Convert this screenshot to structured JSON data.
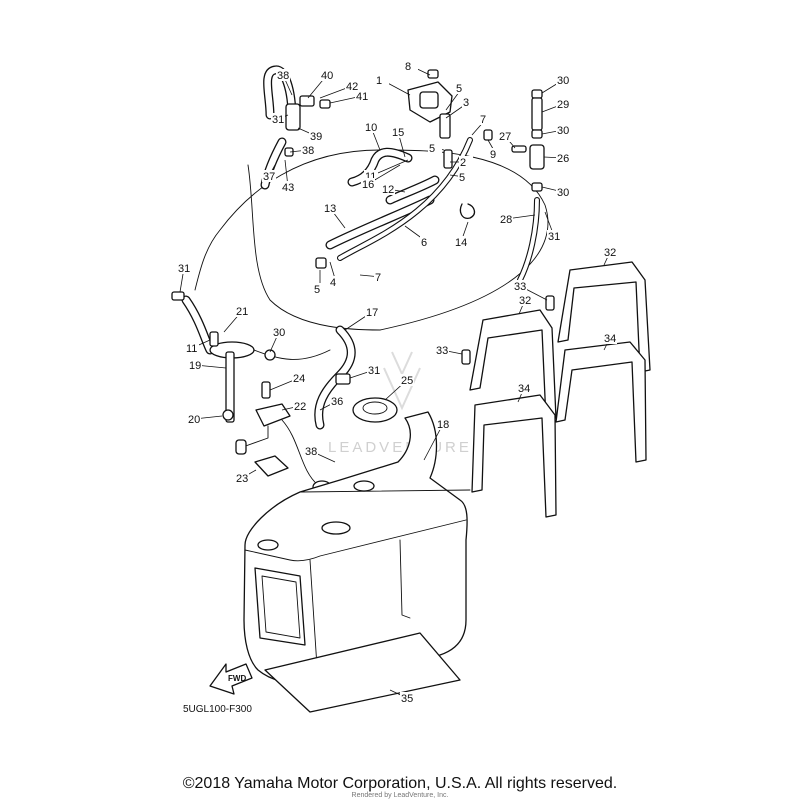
{
  "diagram": {
    "drawing_code": "5UGL100-F300",
    "fwd_label": "FWD",
    "watermark": "LEADVENTURE",
    "callouts": [
      {
        "id": "c1",
        "text": "1"
      },
      {
        "id": "c2",
        "text": "2"
      },
      {
        "id": "c3",
        "text": "3"
      },
      {
        "id": "c4",
        "text": "4"
      },
      {
        "id": "c5a",
        "text": "5"
      },
      {
        "id": "c5b",
        "text": "5"
      },
      {
        "id": "c5c",
        "text": "5"
      },
      {
        "id": "c5d",
        "text": "5"
      },
      {
        "id": "c6",
        "text": "6"
      },
      {
        "id": "c7a",
        "text": "7"
      },
      {
        "id": "c7b",
        "text": "7"
      },
      {
        "id": "c8",
        "text": "8"
      },
      {
        "id": "c9",
        "text": "9"
      },
      {
        "id": "c10",
        "text": "10"
      },
      {
        "id": "c11a",
        "text": "11"
      },
      {
        "id": "c11b",
        "text": "11"
      },
      {
        "id": "c12",
        "text": "12"
      },
      {
        "id": "c13",
        "text": "13"
      },
      {
        "id": "c14",
        "text": "14"
      },
      {
        "id": "c15",
        "text": "15"
      },
      {
        "id": "c16",
        "text": "16"
      },
      {
        "id": "c17",
        "text": "17"
      },
      {
        "id": "c18",
        "text": "18"
      },
      {
        "id": "c19",
        "text": "19"
      },
      {
        "id": "c20",
        "text": "20"
      },
      {
        "id": "c21",
        "text": "21"
      },
      {
        "id": "c22",
        "text": "22"
      },
      {
        "id": "c23",
        "text": "23"
      },
      {
        "id": "c24",
        "text": "24"
      },
      {
        "id": "c25",
        "text": "25"
      },
      {
        "id": "c26",
        "text": "26"
      },
      {
        "id": "c27",
        "text": "27"
      },
      {
        "id": "c28",
        "text": "28"
      },
      {
        "id": "c29",
        "text": "29"
      },
      {
        "id": "c30a",
        "text": "30"
      },
      {
        "id": "c30b",
        "text": "30"
      },
      {
        "id": "c30c",
        "text": "30"
      },
      {
        "id": "c30d",
        "text": "30"
      },
      {
        "id": "c31a",
        "text": "31"
      },
      {
        "id": "c31b",
        "text": "31"
      },
      {
        "id": "c31c",
        "text": "31"
      },
      {
        "id": "c31d",
        "text": "31"
      },
      {
        "id": "c32a",
        "text": "32"
      },
      {
        "id": "c32b",
        "text": "32"
      },
      {
        "id": "c33a",
        "text": "33"
      },
      {
        "id": "c33b",
        "text": "33"
      },
      {
        "id": "c34a",
        "text": "34"
      },
      {
        "id": "c34b",
        "text": "34"
      },
      {
        "id": "c35",
        "text": "35"
      },
      {
        "id": "c36",
        "text": "36"
      },
      {
        "id": "c37",
        "text": "37"
      },
      {
        "id": "c38a",
        "text": "38"
      },
      {
        "id": "c38b",
        "text": "38"
      },
      {
        "id": "c38c",
        "text": "38"
      },
      {
        "id": "c39",
        "text": "39"
      },
      {
        "id": "c40",
        "text": "40"
      },
      {
        "id": "c41",
        "text": "41"
      },
      {
        "id": "c42",
        "text": "42"
      },
      {
        "id": "c43",
        "text": "43"
      }
    ]
  },
  "footer": {
    "copyright": "©2018 Yamaha Motor Corporation, U.S.A. All rights reserved.",
    "rendered_by": "Rendered by LeadVenture, Inc."
  }
}
